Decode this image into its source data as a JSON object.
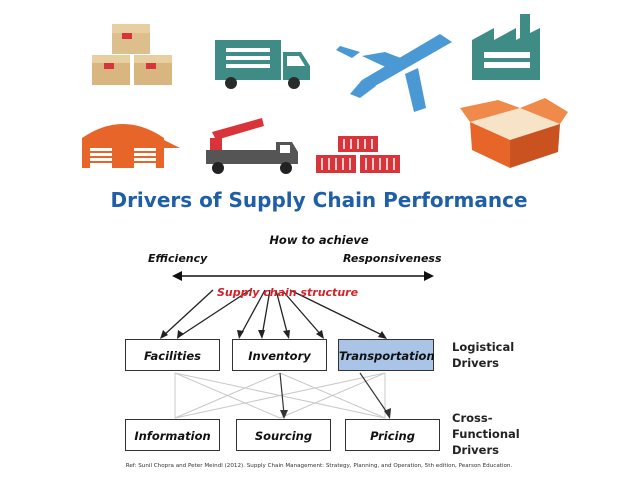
{
  "title": "Drivers of Supply Chain Performance",
  "top_labels": {
    "how_to_achieve": "How to achieve",
    "efficiency": "Efficiency",
    "responsiveness": "Responsiveness",
    "structure": "Supply chain structure"
  },
  "logistical_drivers": [
    "Facilities",
    "Inventory",
    "Transportation"
  ],
  "cross_functional_drivers": [
    "Information",
    "Sourcing",
    "Pricing"
  ],
  "side_labels": {
    "logistical_line1": "Logistical",
    "logistical_line2": "Drivers",
    "cross_line1": "Cross-",
    "cross_line2": "Functional",
    "cross_line3": "Drivers"
  },
  "reference": "Ref: Sunil Chopra and Peter Meindl (2012). Supply Chain Management: Strategy, Planning, and Operation, 5th edition, Pearson Education.",
  "colors": {
    "title": "#1f5fa8",
    "structure_text": "#d2232a",
    "highlight_box": "#a9c4e6",
    "icon_orange": "#e8652a",
    "icon_red": "#d9343a",
    "icon_teal": "#3f8c87",
    "icon_blue": "#4a98d4",
    "icon_tan": "#d9b57f"
  },
  "icons": [
    "boxes-icon",
    "truck-icon",
    "airplane-icon",
    "factory-icon",
    "warehouse-icon",
    "forklift-truck-icon",
    "containers-icon",
    "open-box-icon"
  ]
}
